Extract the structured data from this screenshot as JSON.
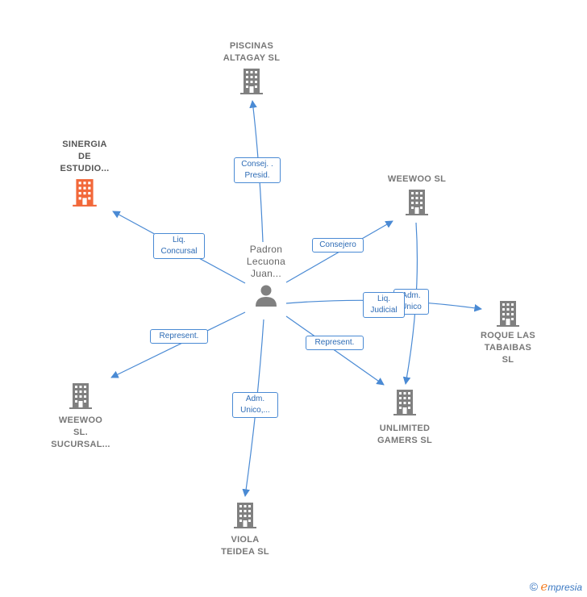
{
  "center": {
    "label": "Padron\nLecuona\nJuan..."
  },
  "nodes": [
    {
      "id": "piscinas",
      "label": "PISCINAS\nALTAGAY SL",
      "highlight": false
    },
    {
      "id": "sinergia",
      "label": "SINERGIA\nDE\nESTUDIO...",
      "highlight": true
    },
    {
      "id": "weewoo",
      "label": "WEEWOO  SL",
      "highlight": false
    },
    {
      "id": "roque",
      "label": "ROQUE LAS\nTABAIBAS\nSL",
      "highlight": false
    },
    {
      "id": "unlimited",
      "label": "UNLIMITED\nGAMERS  SL",
      "highlight": false
    },
    {
      "id": "weewoo_suc",
      "label": "WEEWOO\nSL.\nSUCURSAL...",
      "highlight": false
    },
    {
      "id": "viola",
      "label": "VIOLA\nTEIDEA  SL",
      "highlight": false
    }
  ],
  "edges": [
    {
      "id": "e_piscinas",
      "label": "Consej. .\nPresid."
    },
    {
      "id": "e_sinergia",
      "label": "Liq.\nConcursal"
    },
    {
      "id": "e_weewoo",
      "label": "Consejero"
    },
    {
      "id": "e_roque_adm",
      "label": "Adm.\nUnico"
    },
    {
      "id": "e_roque_liq",
      "label": "Liq.\nJudicial"
    },
    {
      "id": "e_unlimited",
      "label": "Represent."
    },
    {
      "id": "e_weewoo_suc",
      "label": "Represent."
    },
    {
      "id": "e_viola",
      "label": "Adm.\nUnico,..."
    }
  ],
  "colors": {
    "edge": "#4a8ad4",
    "building": "#808080",
    "building_highlight": "#f2683a",
    "person": "#808080"
  },
  "footer": {
    "copyright": "©",
    "brand_initial": "e",
    "brand_rest": "mpresia"
  }
}
